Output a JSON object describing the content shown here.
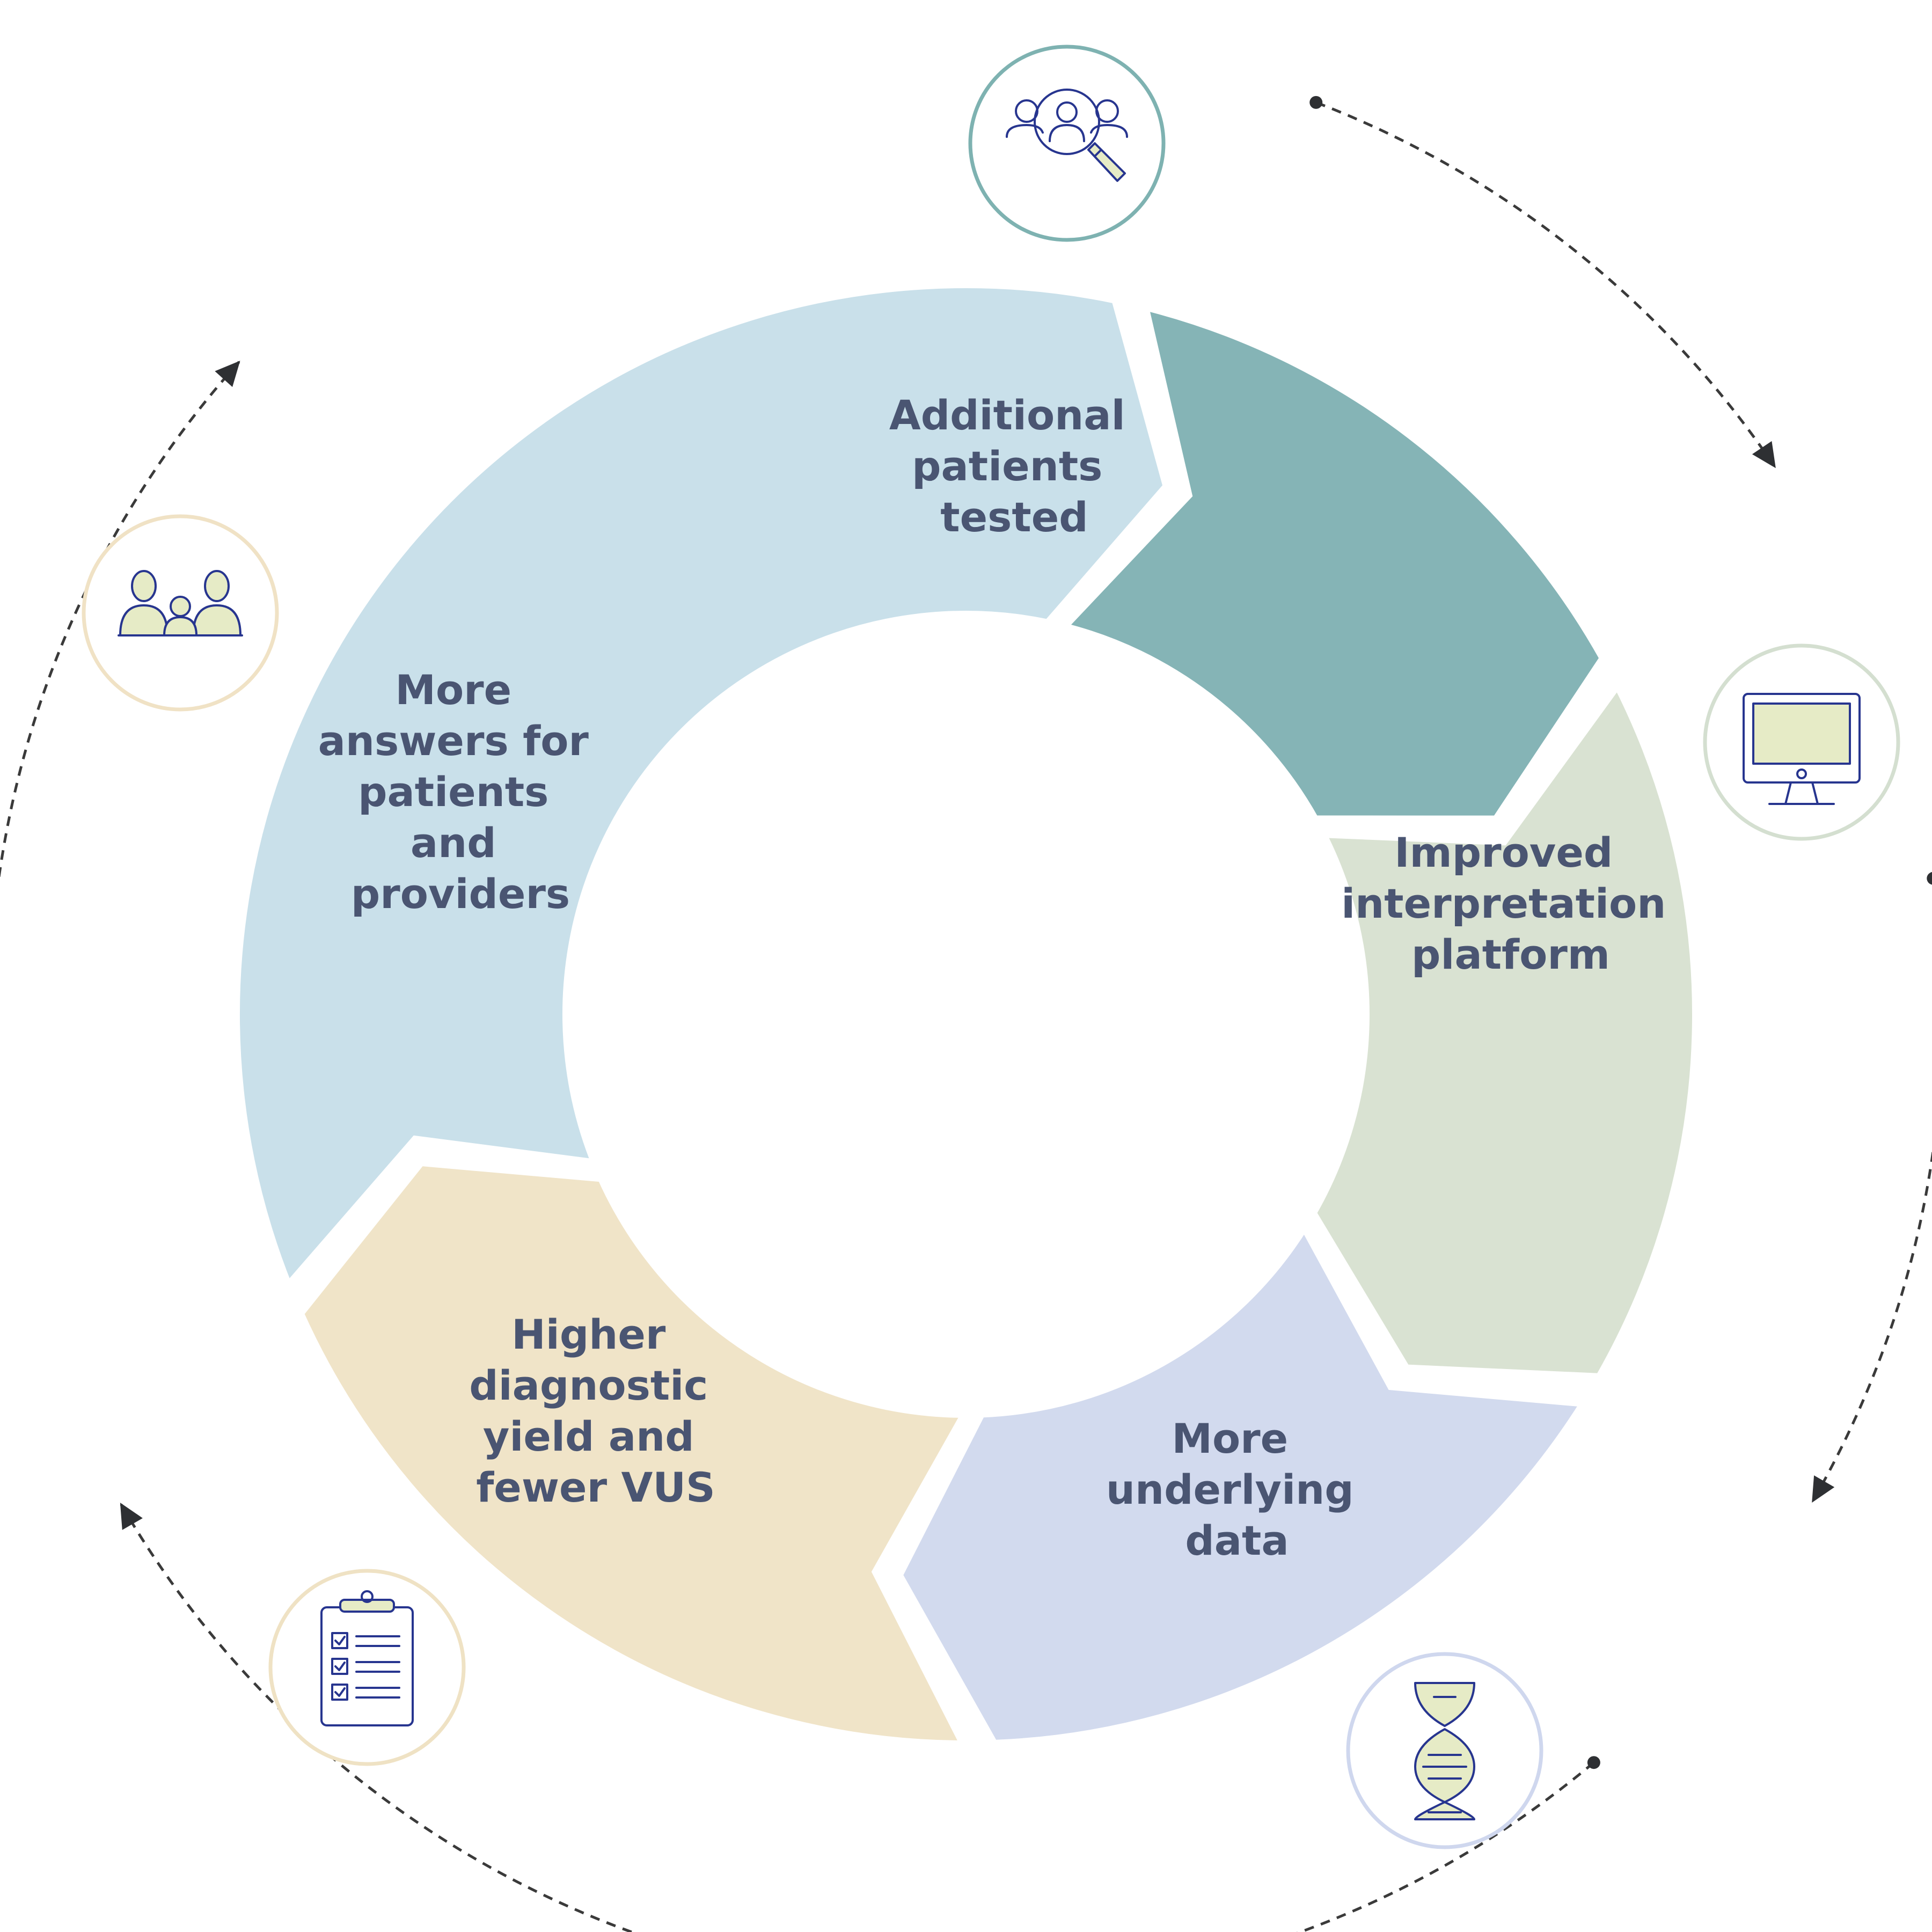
{
  "diagram": {
    "stages": [
      {
        "id": "patients",
        "lines": [
          "Additional",
          "patients",
          "tested"
        ],
        "color": "#85b4b6",
        "icon": "search-people-icon",
        "ring_color": "#7eb2b1"
      },
      {
        "id": "platform",
        "lines": [
          "Improved",
          "interpretation",
          "platform"
        ],
        "color": "#d9e2d2",
        "icon": "monitor-icon",
        "ring_color": "#d4dfd0"
      },
      {
        "id": "data",
        "lines": [
          "More",
          "underlying",
          "data"
        ],
        "color": "#d2daee",
        "icon": "dna-icon",
        "ring_color": "#cfd7ee"
      },
      {
        "id": "yield",
        "lines": [
          "Higher",
          "diagnostic",
          "yield and",
          "fewer VUS"
        ],
        "color": "#f0e4c8",
        "icon": "clipboard-checklist-icon",
        "ring_color": "#efe2c4"
      },
      {
        "id": "answers",
        "lines": [
          "More",
          "answers for",
          "patients",
          "and",
          "providers"
        ],
        "color": "#c9e0ea",
        "icon": "family-icon",
        "ring_color": "#f0e2c5"
      }
    ],
    "text_color": "#4a5572",
    "icon_stroke_color": "#27358f",
    "icon_fill_color": "#e6ebc6",
    "connector_color": "#3a3a3a",
    "direction": "clockwise"
  }
}
